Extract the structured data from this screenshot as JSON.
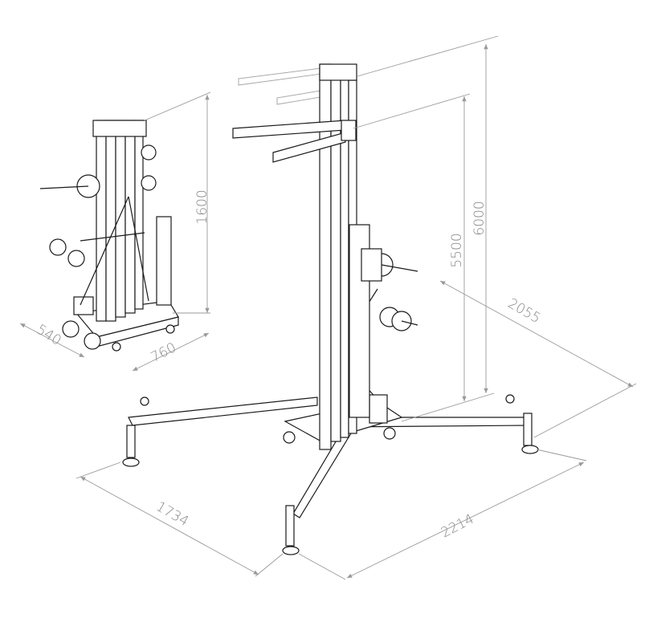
{
  "dimensions": {
    "small_height": "1600",
    "small_depth": "540",
    "small_width": "760",
    "max_height": "6000",
    "fork_height": "5500",
    "leg_diagonal": "2055",
    "leg_span_left": "1734",
    "leg_span_right": "2214"
  }
}
